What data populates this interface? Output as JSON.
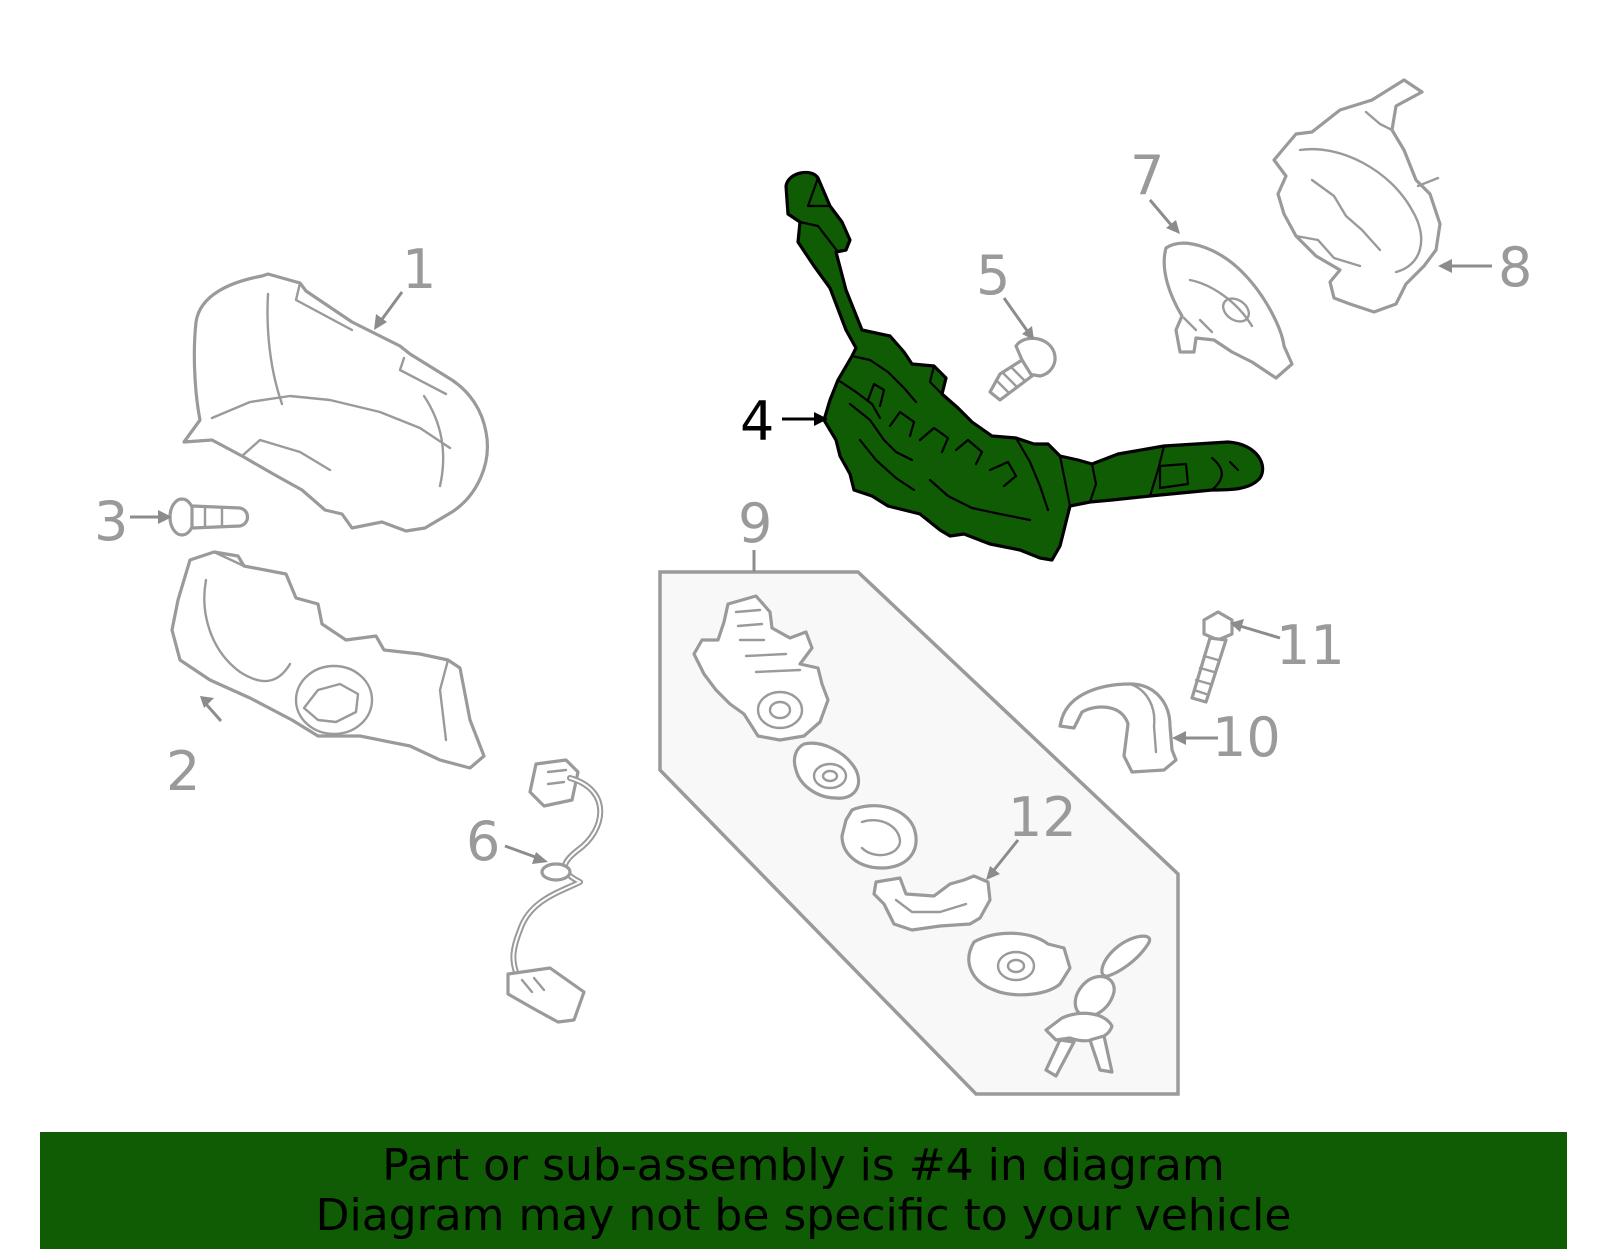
{
  "callouts": {
    "c1": "1",
    "c2": "2",
    "c3": "3",
    "c4": "4",
    "c5": "5",
    "c6": "6",
    "c7": "7",
    "c8": "8",
    "c9": "9",
    "c10": "10",
    "c11": "11",
    "c12": "12"
  },
  "highlighted_part": "4",
  "colors": {
    "highlight": "#0f5c05",
    "line_art": "#9a9a9a",
    "banner": "#0f5c05"
  },
  "banner": {
    "line1": "Part or sub-assembly is #4 in diagram",
    "line2": "Diagram may not be specific to your vehicle"
  }
}
